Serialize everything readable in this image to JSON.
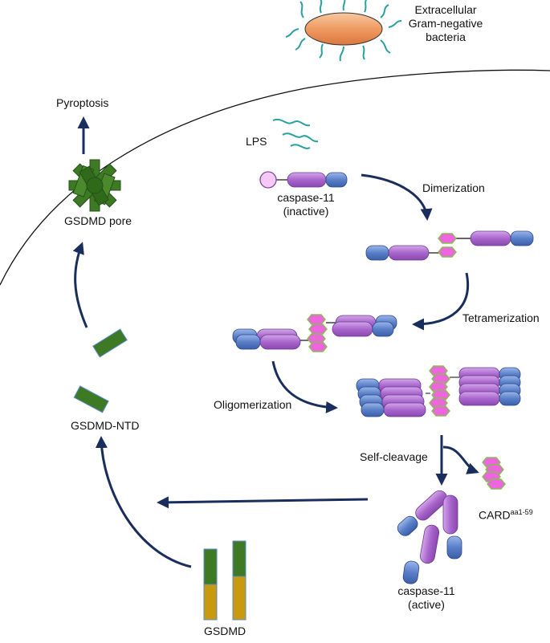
{
  "labels": {
    "bacteria_line1": "Extracellular",
    "bacteria_line2": "Gram-negative",
    "bacteria_line3": "bacteria",
    "pyroptosis": "Pyroptosis",
    "lps": "LPS",
    "gsdmd_pore": "GSDMD pore",
    "caspase_inactive_name": "caspase-11",
    "caspase_inactive_state": "(inactive)",
    "dimerization": "Dimerization",
    "tetramerization": "Tetramerization",
    "oligomerization": "Oligomerization",
    "gsdmd_ntd": "GSDMD-NTD",
    "self_cleavage": "Self-cleavage",
    "card_main": "CARD",
    "card_sup": "aa1-59",
    "caspase_active_name": "caspase-11",
    "caspase_active_state": "(active)",
    "gsdmd": "GSDMD"
  },
  "colors": {
    "arrow": "#1a2e5e",
    "membrane": "#111111",
    "bacterium_fill": "#f0a070",
    "flagella": "#2aa0a0",
    "caspase_purple": "#a866cc",
    "caspase_blue": "#5a7fc8",
    "card_pink": "#ee66dd",
    "card_border": "#88bb55",
    "gsdmd_green": "#3e7a24",
    "gsdmd_gold": "#c89a10",
    "lps_teal": "#2aa0a0"
  }
}
